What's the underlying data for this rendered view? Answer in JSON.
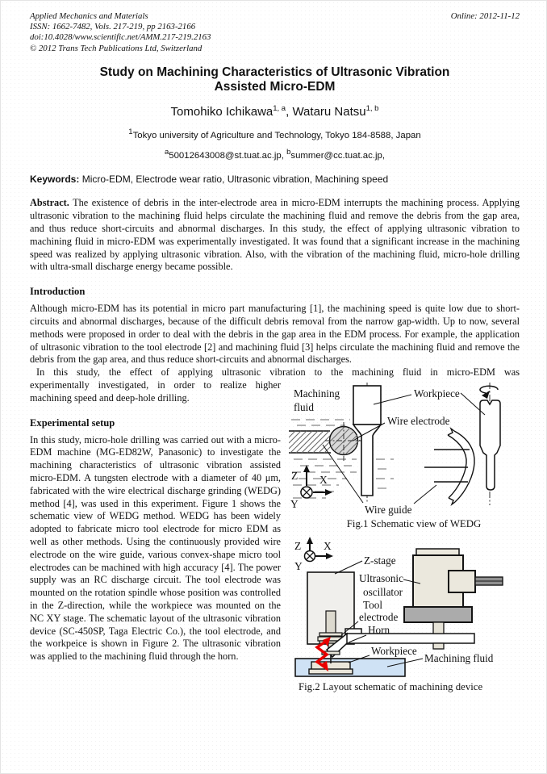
{
  "header": {
    "journal": "Applied Mechanics and Materials",
    "issn": "ISSN: 1662-7482, Vols. 217-219, pp 2163-2166",
    "doi": "doi:10.4028/www.scientific.net/AMM.217-219.2163",
    "copyright": "© 2012 Trans Tech Publications Ltd, Switzerland",
    "online": "Online: 2012-11-12"
  },
  "title": {
    "line1": "Study on Machining Characteristics of Ultrasonic Vibration",
    "line2": "Assisted Micro-EDM"
  },
  "authors": {
    "name1": "Tomohiko Ichikawa",
    "sup1": "1, a",
    "sep": ", ",
    "name2": "Wataru Natsu",
    "sup2": "1, b"
  },
  "affiliation": {
    "sup": "1",
    "text": "Tokyo university of Agriculture and Technology, Tokyo 184-8588, Japan"
  },
  "emails": {
    "sup_a": "a",
    "addr_a": "50012643008@st.tuat.ac.jp, ",
    "sup_b": "b",
    "addr_b": "summer@cc.tuat.ac.jp,"
  },
  "keywords": {
    "label": "Keywords:",
    "text": " Micro-EDM, Electrode wear ratio, Ultrasonic vibration, Machining speed"
  },
  "abstract": {
    "label": "Abstract.",
    "text": " The existence of debris in the inter-electrode area in micro-EDM interrupts the machining process. Applying ultrasonic vibration to the machining fluid helps circulate the machining fluid and remove the debris from the gap area, and thus reduce short-circuits and abnormal discharges. In this study, the effect of applying ultrasonic vibration to machining fluid in micro-EDM was experimentally investigated. It was found that a significant increase in the machining speed was realized by applying ultrasonic vibration. Also, with the vibration of the machining fluid, micro-hole drilling with ultra-small discharge energy became possible."
  },
  "intro": {
    "heading": "Introduction",
    "para1": "Although micro-EDM has its potential in micro part manufacturing [1], the machining speed is quite low due to short-circuits and abnormal discharges, because of the difficult debris removal from the narrow gap-width. Up to now, several methods were proposed in order to deal with the debris in the gap area in the EDM process. For example, the application of ultrasonic vibration to the tool electrode [2] and machining fluid [3] helps circulate the machining fluid and remove the debris from the gap area, and thus reduce short-circuits and abnormal discharges.",
    "para2_line1": "In this study, the effect of applying ultrasonic vibration to the machining fluid in micro-EDM was",
    "para2_rest": "experimentally investigated, in order to realize higher machining speed and deep-hole drilling."
  },
  "experimental": {
    "heading": "Experimental setup",
    "para": "In this study, micro-hole drilling was carried out with a micro-EDM machine (MG-ED82W, Panasonic) to investigate the machining characteristics of ultrasonic vibration assisted micro-EDM. A tungsten electrode with a diameter of 40 μm, fabricated with the wire electrical discharge grinding (WEDG) method [4], was used in this experiment. Figure 1 shows the schematic view of WEDG method. WEDG has been widely adopted to fabricate micro tool electrode for micro EDM as well as other methods. Using the continuously provided wire electrode on the wire guide, various convex-shape micro tool electrodes can be machined with high accuracy [4]. The power supply was an RC discharge circuit. The tool electrode was mounted on the rotation spindle whose position was controlled in the Z-direction, while the workpiece was mounted on the NC XY stage. The schematic layout of the ultrasonic vibration device (SC-450SP, Taga Electric Co.), the tool electrode, and the workpeice is shown in Figure 2. The ultrasonic vibration was applied to the machining fluid through the horn."
  },
  "fig1": {
    "caption": "Fig.1 Schematic view of WEDG",
    "labels": {
      "machining": "Machining",
      "fluid": "fluid",
      "workpiece": "Workpiece",
      "wire_electrode": "Wire electrode",
      "wire_guide": "Wire guide",
      "z": "Z",
      "x": "X",
      "y": "Y"
    }
  },
  "fig2": {
    "caption": "Fig.2 Layout schematic of machining device",
    "labels": {
      "z_stage": "Z-stage",
      "ultrasonic": "Ultrasonic",
      "oscillator": "oscillator",
      "tool": "Tool",
      "electrode": "electrode",
      "horn": "Horn",
      "workpiece": "Workpiece",
      "machining_fluid": "Machining fluid",
      "z": "Z",
      "x": "X",
      "y": "Y"
    }
  },
  "colors": {
    "fluid_blue": "#cfe2f5",
    "device_beige": "#ebe8dd",
    "base_gray": "#ababab",
    "stage_gray": "#f0efec",
    "vibration_red": "#e80000"
  }
}
